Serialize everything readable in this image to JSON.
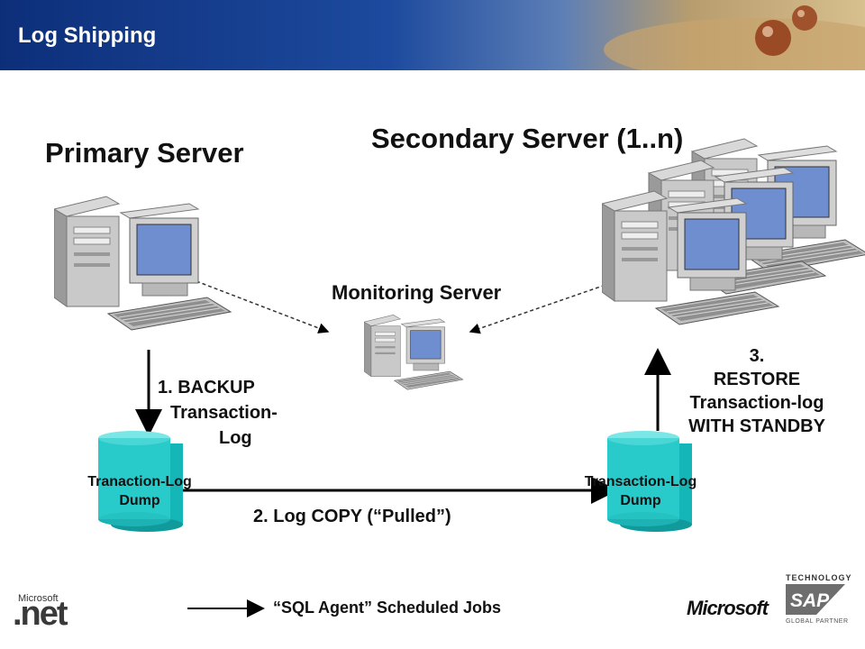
{
  "header": {
    "title": "Log Shipping"
  },
  "labels": {
    "primary_server": "Primary Server",
    "secondary_server": "Secondary Server (1..n)",
    "monitoring_server": "Monitoring Server",
    "step1": [
      "1. BACKUP",
      "Transaction-",
      "Log"
    ],
    "step2": "2. Log COPY (“Pulled”)",
    "step3": [
      "3.",
      "RESTORE",
      "Transaction-log",
      "WITH STANDBY"
    ],
    "dump_left": [
      "Tranaction-Log",
      "Dump"
    ],
    "dump_right": [
      "Transaction-Log",
      "Dump"
    ],
    "legend": "“SQL Agent” Scheduled Jobs"
  },
  "logos": {
    "dotnet_small": "Microsoft",
    "dotnet": ".net",
    "microsoft": "Microsoft",
    "sap_top": "TECHNOLOGY",
    "sap": "SAP",
    "sap_bottom": "GLOBAL PARTNER"
  }
}
